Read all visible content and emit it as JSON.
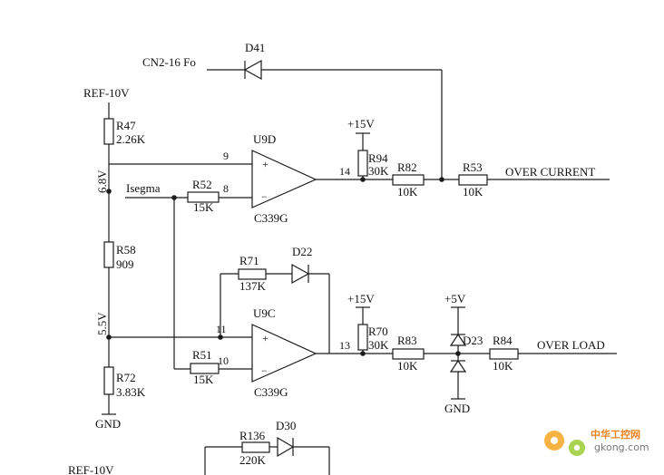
{
  "nets": {
    "ref_top": "REF-10V",
    "ref_bottom": "REF-10V",
    "cn2": "CN2-16 Fo",
    "isegma": "Isegma",
    "v68": "6.8V",
    "v55": "5.5V",
    "gnd_left": "GND",
    "gnd_mid": "GND",
    "p15_top": "+15V",
    "p15_bot": "+15V",
    "p5": "+5V",
    "over_current": "OVER CURRENT",
    "over_load": "OVER LOAD"
  },
  "components": {
    "r47": {
      "ref": "R47",
      "value": "2.26K"
    },
    "r58": {
      "ref": "R58",
      "value": "909"
    },
    "r72": {
      "ref": "R72",
      "value": "3.83K"
    },
    "r52": {
      "ref": "R52",
      "value": "15K"
    },
    "r51": {
      "ref": "R51",
      "value": "15K"
    },
    "r94": {
      "ref": "R94",
      "value": "30K"
    },
    "r82": {
      "ref": "R82",
      "value": "10K"
    },
    "r53": {
      "ref": "R53",
      "value": "10K"
    },
    "r70": {
      "ref": "R70",
      "value": "30K"
    },
    "r83": {
      "ref": "R83",
      "value": "10K"
    },
    "r84": {
      "ref": "R84",
      "value": "10K"
    },
    "r71": {
      "ref": "R71",
      "value": "137K"
    },
    "r136": {
      "ref": "R136",
      "value": "220K"
    },
    "d41": {
      "ref": "D41"
    },
    "d22": {
      "ref": "D22"
    },
    "d23": {
      "ref": "D23"
    },
    "d30": {
      "ref": "D30"
    },
    "u9d": {
      "ref": "U9D",
      "part": "C339G"
    },
    "u9c": {
      "ref": "U9C",
      "part": "C339G"
    }
  },
  "pins": {
    "u9d_plus": "9",
    "u9d_minus": "8",
    "u9d_out": "14",
    "u9c_plus": "11",
    "u9c_minus": "10",
    "u9c_out": "13",
    "plus": "+",
    "minus": "−"
  },
  "watermark": {
    "cn": "中华工控网",
    "url": "gkong.com"
  }
}
